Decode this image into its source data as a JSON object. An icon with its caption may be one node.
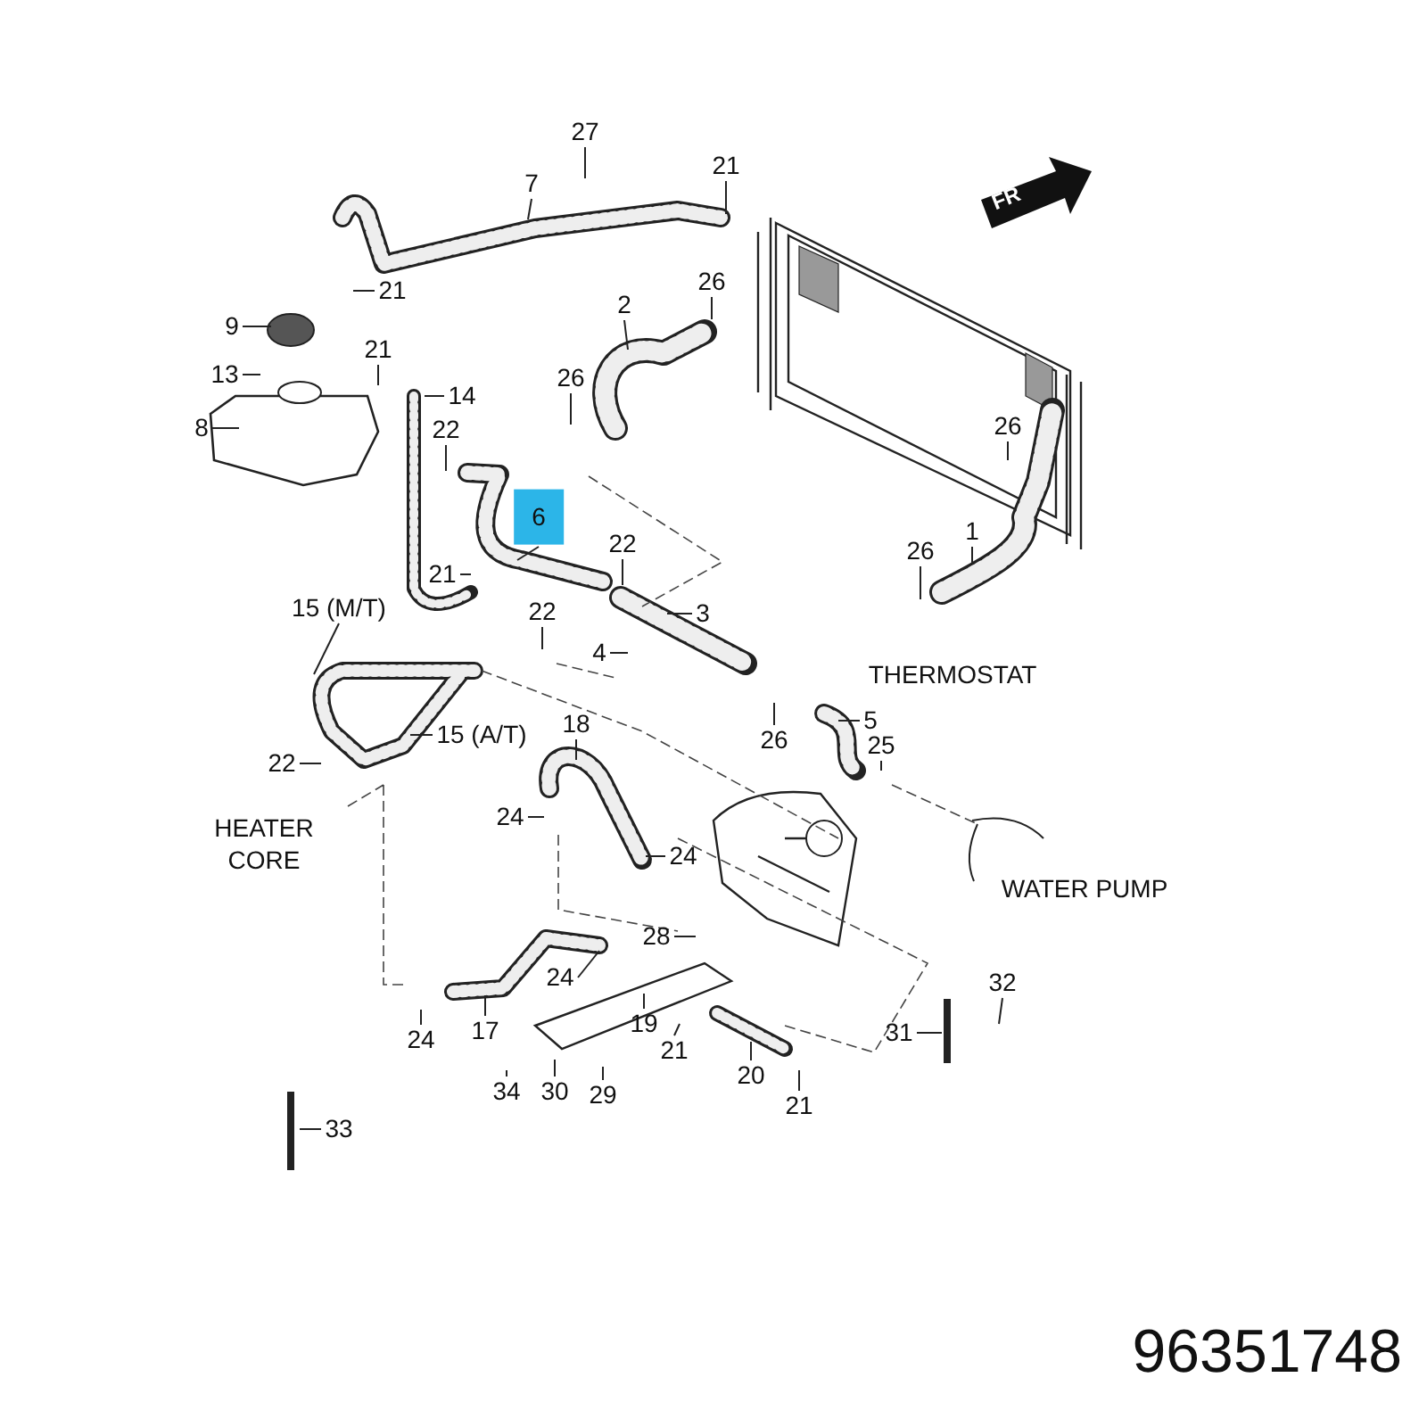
{
  "diagram": {
    "caption": "96351748",
    "nodes": [
      {
        "text": [
          "27"
        ]
      },
      {
        "text": [
          "7"
        ]
      },
      {
        "text": [
          "21"
        ]
      },
      {
        "text": [
          "21"
        ]
      },
      {
        "text": [
          "9"
        ]
      },
      {
        "text": [
          "21"
        ]
      },
      {
        "text": [
          "13"
        ]
      },
      {
        "text": [
          "14"
        ]
      },
      {
        "text": [
          "8"
        ]
      },
      {
        "text": [
          "22"
        ]
      },
      {
        "text": [
          "2"
        ]
      },
      {
        "text": [
          "26"
        ]
      },
      {
        "text": [
          "26"
        ]
      },
      {
        "text": [
          "6"
        ]
      },
      {
        "text": [
          "22"
        ]
      },
      {
        "text": [
          "21"
        ]
      },
      {
        "text": [
          "15 (M/T)"
        ]
      },
      {
        "text": [
          "22"
        ]
      },
      {
        "text": [
          "3"
        ]
      },
      {
        "text": [
          "4"
        ]
      },
      {
        "text": [
          "26"
        ]
      },
      {
        "text": [
          "1"
        ]
      },
      {
        "text": [
          "26"
        ]
      },
      {
        "text": [
          "15 (A/T)"
        ]
      },
      {
        "text": [
          "18"
        ]
      },
      {
        "text": [
          "22"
        ]
      },
      {
        "text": [
          "5"
        ]
      },
      {
        "text": [
          "25"
        ]
      },
      {
        "text": [
          "26"
        ]
      },
      {
        "text": [
          "24"
        ]
      },
      {
        "text": [
          "24"
        ]
      },
      {
        "text": [
          "28"
        ]
      },
      {
        "text": [
          "24"
        ]
      },
      {
        "text": [
          "32"
        ]
      },
      {
        "text": [
          "24"
        ]
      },
      {
        "text": [
          "17"
        ]
      },
      {
        "text": [
          "19"
        ]
      },
      {
        "text": [
          "21"
        ]
      },
      {
        "text": [
          "31"
        ]
      },
      {
        "text": [
          "34"
        ]
      },
      {
        "text": [
          "30"
        ]
      },
      {
        "text": [
          "29"
        ]
      },
      {
        "text": [
          "20"
        ]
      },
      {
        "text": [
          "21"
        ]
      },
      {
        "text": [
          "33"
        ]
      }
    ],
    "edges": [
      {
        "from": 0,
        "to": null,
        "arrow": "none"
      },
      {
        "from": 1,
        "to": null,
        "arrow": "none"
      },
      {
        "from": 2,
        "to": null,
        "arrow": "none"
      },
      {
        "from": 3,
        "to": null,
        "arrow": "none"
      },
      {
        "from": 4,
        "to": null,
        "arrow": "none"
      },
      {
        "from": 5,
        "to": null,
        "arrow": "none"
      },
      {
        "from": 6,
        "to": null,
        "arrow": "none"
      },
      {
        "from": 7,
        "to": null,
        "arrow": "none"
      },
      {
        "from": 8,
        "to": null,
        "arrow": "none"
      },
      {
        "from": 9,
        "to": null,
        "arrow": "none"
      },
      {
        "from": 10,
        "to": null,
        "arrow": "none"
      },
      {
        "from": 11,
        "to": null,
        "arrow": "none"
      },
      {
        "from": 12,
        "to": null,
        "arrow": "none"
      },
      {
        "from": 13,
        "to": null,
        "arrow": "none"
      },
      {
        "from": 14,
        "to": null,
        "arrow": "none"
      },
      {
        "from": 15,
        "to": null,
        "arrow": "none"
      },
      {
        "from": 16,
        "to": null,
        "arrow": "none"
      },
      {
        "from": 17,
        "to": null,
        "arrow": "none"
      },
      {
        "from": 18,
        "to": null,
        "arrow": "none"
      },
      {
        "from": 19,
        "to": null,
        "arrow": "none"
      },
      {
        "from": 20,
        "to": null,
        "arrow": "none"
      },
      {
        "from": 21,
        "to": null,
        "arrow": "none"
      },
      {
        "from": 22,
        "to": null,
        "arrow": "none"
      },
      {
        "from": 23,
        "to": null,
        "arrow": "none"
      },
      {
        "from": 24,
        "to": null,
        "arrow": "none"
      },
      {
        "from": 25,
        "to": null,
        "arrow": "none"
      },
      {
        "from": 26,
        "to": null,
        "arrow": "none"
      },
      {
        "from": 27,
        "to": null,
        "arrow": "none"
      },
      {
        "from": 28,
        "to": null,
        "arrow": "none"
      },
      {
        "from": 29,
        "to": null,
        "arrow": "none"
      },
      {
        "from": 30,
        "to": null,
        "arrow": "none"
      },
      {
        "from": 31,
        "to": null,
        "arrow": "none"
      },
      {
        "from": 32,
        "to": null,
        "arrow": "none"
      },
      {
        "from": 33,
        "to": null,
        "arrow": "none"
      },
      {
        "from": 34,
        "to": null,
        "arrow": "none"
      },
      {
        "from": 35,
        "to": null,
        "arrow": "none"
      },
      {
        "from": 36,
        "to": null,
        "arrow": "none"
      },
      {
        "from": 37,
        "to": null,
        "arrow": "none"
      },
      {
        "from": 38,
        "to": null,
        "arrow": "none"
      },
      {
        "from": 39,
        "to": null,
        "arrow": "none"
      },
      {
        "from": 40,
        "to": null,
        "arrow": "none"
      },
      {
        "from": 41,
        "to": null,
        "arrow": "none"
      },
      {
        "from": 42,
        "to": null,
        "arrow": "none"
      },
      {
        "from": 43,
        "to": null,
        "arrow": "none"
      },
      {
        "from": 44,
        "to": null,
        "arrow": "none"
      }
    ],
    "labels": [
      "FR",
      "THERMOSTAT",
      "HEATER CORE",
      "WATER PUMP"
    ]
  }
}
